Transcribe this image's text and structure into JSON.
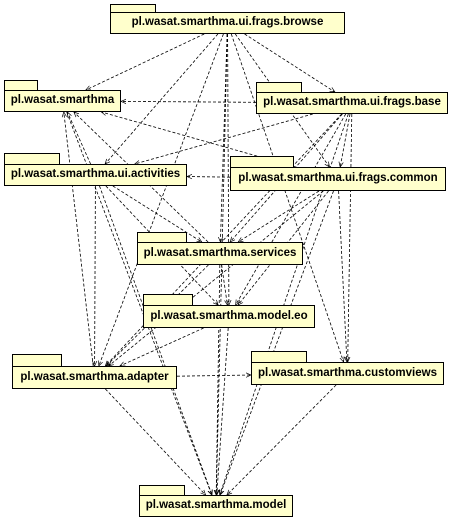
{
  "diagram": {
    "packages": [
      {
        "id": "browse",
        "label": "pl.wasat.smarthma.ui.frags.browse"
      },
      {
        "id": "root",
        "label": "pl.wasat.smarthma"
      },
      {
        "id": "base",
        "label": "pl.wasat.smarthma.ui.frags.base"
      },
      {
        "id": "activities",
        "label": "pl.wasat.smarthma.ui.activities"
      },
      {
        "id": "common",
        "label": "pl.wasat.smarthma.ui.frags.common"
      },
      {
        "id": "services",
        "label": "pl.wasat.smarthma.services"
      },
      {
        "id": "eo",
        "label": "pl.wasat.smarthma.model.eo"
      },
      {
        "id": "adapter",
        "label": "pl.wasat.smarthma.adapter"
      },
      {
        "id": "customviews",
        "label": "pl.wasat.smarthma.customviews"
      },
      {
        "id": "model",
        "label": "pl.wasat.smarthma.model"
      }
    ],
    "dependencies": [
      [
        "browse",
        "root"
      ],
      [
        "browse",
        "base"
      ],
      [
        "browse",
        "activities"
      ],
      [
        "browse",
        "common"
      ],
      [
        "browse",
        "services"
      ],
      [
        "browse",
        "eo"
      ],
      [
        "browse",
        "adapter"
      ],
      [
        "browse",
        "customviews"
      ],
      [
        "browse",
        "model"
      ],
      [
        "base",
        "root"
      ],
      [
        "base",
        "activities"
      ],
      [
        "base",
        "common"
      ],
      [
        "base",
        "services"
      ],
      [
        "base",
        "eo"
      ],
      [
        "base",
        "adapter"
      ],
      [
        "base",
        "customviews"
      ],
      [
        "base",
        "model"
      ],
      [
        "activities",
        "root"
      ],
      [
        "activities",
        "services"
      ],
      [
        "activities",
        "eo"
      ],
      [
        "activities",
        "adapter"
      ],
      [
        "activities",
        "model"
      ],
      [
        "common",
        "activities"
      ],
      [
        "common",
        "root"
      ],
      [
        "common",
        "services"
      ],
      [
        "common",
        "eo"
      ],
      [
        "common",
        "adapter"
      ],
      [
        "common",
        "customviews"
      ],
      [
        "common",
        "model"
      ],
      [
        "services",
        "root"
      ],
      [
        "services",
        "eo"
      ],
      [
        "services",
        "adapter"
      ],
      [
        "services",
        "model"
      ],
      [
        "eo",
        "adapter"
      ],
      [
        "eo",
        "model"
      ],
      [
        "adapter",
        "customviews"
      ],
      [
        "adapter",
        "model"
      ],
      [
        "adapter",
        "root"
      ],
      [
        "customviews",
        "model"
      ],
      [
        "root",
        "model"
      ]
    ]
  }
}
